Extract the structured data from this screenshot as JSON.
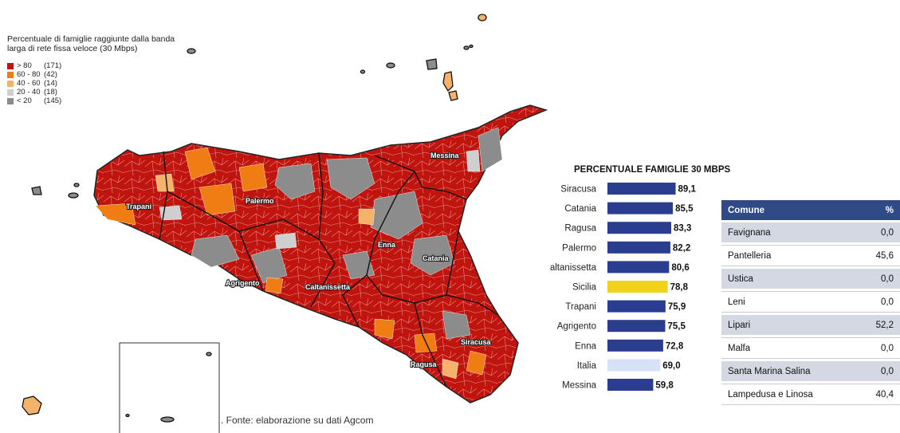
{
  "legend": {
    "title": "Percentuale di famiglie raggiunte dalla banda larga di rete fissa veloce (30 Mbps)",
    "items": [
      {
        "range": "> 80",
        "count": "(171)",
        "color": "#c0140f"
      },
      {
        "range": "60 - 80",
        "count": "(42)",
        "color": "#ef7d13"
      },
      {
        "range": "40 - 60",
        "count": "(14)",
        "color": "#f5b26b"
      },
      {
        "range": "20 - 40",
        "count": "(18)",
        "color": "#cfcfcf"
      },
      {
        "range": "< 20",
        "count": "(145)",
        "color": "#8c8c8c"
      }
    ]
  },
  "map": {
    "province_labels": [
      "Trapani",
      "Palermo",
      "Messina",
      "Agrigento",
      "Caltanissetta",
      "Enna",
      "Catania",
      "Ragusa",
      "Siracusa"
    ]
  },
  "source_note": ". Fonte:  elaborazione su dati Agcom",
  "chart_data": {
    "type": "bar",
    "orientation": "horizontal",
    "title": "PERCENTUALE FAMIGLIE 30 MBPS",
    "categories": [
      "Siracusa",
      "Catania",
      "Ragusa",
      "Palermo",
      "Caltanissetta",
      "Sicilia",
      "Trapani",
      "Agrigento",
      "Enna",
      "Italia",
      "Messina"
    ],
    "values": [
      89.1,
      85.5,
      83.3,
      82.2,
      80.6,
      78.8,
      75.9,
      75.5,
      72.8,
      69.0,
      59.8
    ],
    "value_labels": [
      "89,1",
      "85,5",
      "83,3",
      "82,2",
      "80,6",
      "78,8",
      "75,9",
      "75,5",
      "72,8",
      "69,0",
      "59,8"
    ],
    "bar_colors": [
      "#2b3d8f",
      "#2b3d8f",
      "#2b3d8f",
      "#2b3d8f",
      "#2b3d8f",
      "#f2d31b",
      "#2b3d8f",
      "#2b3d8f",
      "#2b3d8f",
      "#d6e3f7",
      "#2b3d8f"
    ],
    "xlim": [
      0,
      100
    ]
  },
  "table": {
    "headers": [
      "Comune",
      "%"
    ],
    "rows": [
      [
        "Favignana",
        "0,0"
      ],
      [
        "Pantelleria",
        "45,6"
      ],
      [
        "Ustica",
        "0,0"
      ],
      [
        "Leni",
        "0,0"
      ],
      [
        "Lipari",
        "52,2"
      ],
      [
        "Malfa",
        "0,0"
      ],
      [
        "Santa Marina Salina",
        "0,0"
      ],
      [
        "Lampedusa e Linosa",
        "40,4"
      ]
    ],
    "header_color": "#2f4a86"
  }
}
